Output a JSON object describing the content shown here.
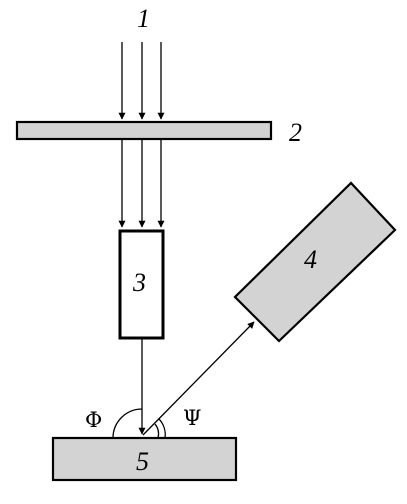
{
  "labels": {
    "incident_beam": "1",
    "plate": "2",
    "element_3": "3",
    "element_4": "4",
    "sample": "5"
  },
  "angles": {
    "phi": "Φ",
    "psi": "Ψ"
  },
  "colors": {
    "gray_fill": "#d3d3d3",
    "outline": "#000000",
    "background": "#ffffff"
  }
}
